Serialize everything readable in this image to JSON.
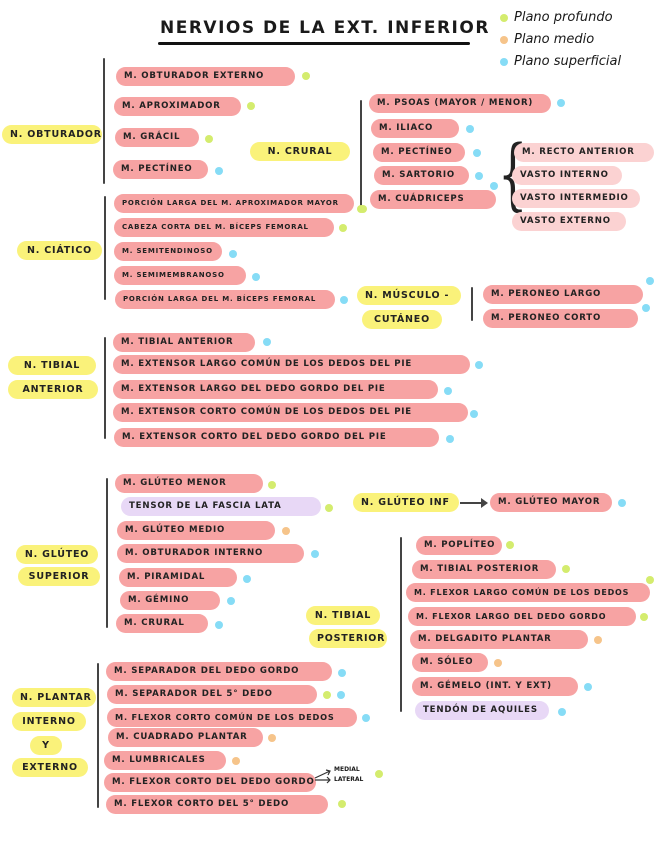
{
  "title": "Nervios de la ext. inferior",
  "legend": [
    {
      "label": "Plano profundo",
      "color": "#d4ec6e"
    },
    {
      "label": "Plano medio",
      "color": "#f6c48a"
    },
    {
      "label": "Plano superficial",
      "color": "#86dcf6"
    }
  ],
  "obturador": {
    "nerve": "N. Obturador",
    "muscles": [
      {
        "label": "M. Obturador externo",
        "plane": "profundo"
      },
      {
        "label": "M. Aproximador",
        "plane": "profundo"
      },
      {
        "label": "M. Grácil",
        "plane": "profundo"
      },
      {
        "label": "M. Pectíneo",
        "plane": "superficial"
      }
    ]
  },
  "crural": {
    "nerve": "N. Crural",
    "muscles": [
      {
        "label": "M. Psoas (mayor / menor)",
        "plane": "superficial"
      },
      {
        "label": "M. Iliaco",
        "plane": "superficial"
      },
      {
        "label": "M. Pectíneo",
        "plane": "superficial"
      },
      {
        "label": "M. Sartorio",
        "plane": "superficial"
      },
      {
        "label": "M. Cuádriceps",
        "plane": "superficial"
      }
    ],
    "cuadriceps_parts": [
      "M. Recto anterior",
      "Vasto interno",
      "Vasto intermedio",
      "Vasto externo"
    ]
  },
  "ciatico": {
    "nerve": "N. Ciático",
    "muscles": [
      {
        "label": "Porción larga del M. aproximador mayor",
        "plane": "profundo"
      },
      {
        "label": "Cabeza corta del M. bíceps femoral",
        "plane": "profundo"
      },
      {
        "label": "M. Semitendinoso",
        "plane": "superficial"
      },
      {
        "label": "M. Semimembranoso",
        "plane": "superficial"
      },
      {
        "label": "Porción larga del M. bíceps femoral",
        "plane": "superficial"
      }
    ]
  },
  "musculocutaneo": {
    "nerve_line1": "N. Músculo -",
    "nerve_line2": "cutáneo",
    "muscles": [
      {
        "label": "M. Peroneo largo",
        "plane": "superficial"
      },
      {
        "label": "M. Peroneo corto",
        "plane": "superficial"
      }
    ]
  },
  "tibial_anterior": {
    "nerve_line1": "N. Tibial",
    "nerve_line2": "anterior",
    "muscles": [
      {
        "label": "M. Tibial anterior",
        "plane": "superficial"
      },
      {
        "label": "M. Extensor largo común de los dedos del pie",
        "plane": "superficial"
      },
      {
        "label": "M. Extensor largo del dedo gordo del pie",
        "plane": "superficial"
      },
      {
        "label": "M. Extensor corto común de los dedos del pie",
        "plane": "superficial"
      },
      {
        "label": "M. Extensor corto del dedo gordo del pie",
        "plane": "superficial"
      }
    ]
  },
  "gluteo_superior": {
    "nerve_line1": "N. Glúteo",
    "nerve_line2": "superior",
    "muscles": [
      {
        "label": "M. Glúteo menor",
        "plane": "profundo"
      },
      {
        "label": "Tensor de la fascia lata",
        "plane": "profundo"
      },
      {
        "label": "M. Glúteo medio",
        "plane": "medio"
      },
      {
        "label": "M. Obturador interno",
        "plane": "superficial"
      },
      {
        "label": "M. Piramidal",
        "plane": "superficial"
      },
      {
        "label": "M. Gémino",
        "plane": "superficial"
      },
      {
        "label": "M. Crural",
        "plane": "superficial"
      }
    ]
  },
  "gluteo_inferior": {
    "nerve": "N. Glúteo inf",
    "muscle": {
      "label": "M. Glúteo mayor",
      "plane": "superficial"
    }
  },
  "tibial_posterior": {
    "nerve_line1": "N. Tibial",
    "nerve_line2": "posterior",
    "muscles": [
      {
        "label": "M. Poplíteo",
        "plane": "profundo"
      },
      {
        "label": "M. Tibial posterior",
        "plane": "profundo"
      },
      {
        "label": "M. Flexor largo común de los dedos",
        "plane": "profundo"
      },
      {
        "label": "M. Flexor largo del dedo gordo",
        "plane": "profundo"
      },
      {
        "label": "M. Delgadito plantar",
        "plane": "medio"
      },
      {
        "label": "M. Sóleo",
        "plane": "medio"
      },
      {
        "label": "M. Gémelo (int. y ext)",
        "plane": "superficial"
      },
      {
        "label": "Tendón de Aquiles",
        "plane": "superficial"
      }
    ]
  },
  "plantar": {
    "nerve_line1": "N. Plantar",
    "nerve_line2": "interno",
    "nerve_line3": "y",
    "nerve_line4": "externo",
    "muscles": [
      {
        "label": "M. Separador del dedo gordo",
        "plane": "superficial"
      },
      {
        "label": "M. Separador del 5° dedo",
        "plane": "profundo + superficial"
      },
      {
        "label": "M. Flexor corto común de los dedos",
        "plane": "superficial"
      },
      {
        "label": "M. Cuadrado plantar",
        "plane": "medio"
      },
      {
        "label": "M. Lumbricales",
        "plane": "medio"
      },
      {
        "label": "M. Flexor corto del dedo gordo",
        "plane": "profundo"
      },
      {
        "label": "M. Flexor corto del 5° dedo",
        "plane": "profundo"
      }
    ],
    "flexor_branches": [
      "Medial",
      "Lateral"
    ]
  }
}
